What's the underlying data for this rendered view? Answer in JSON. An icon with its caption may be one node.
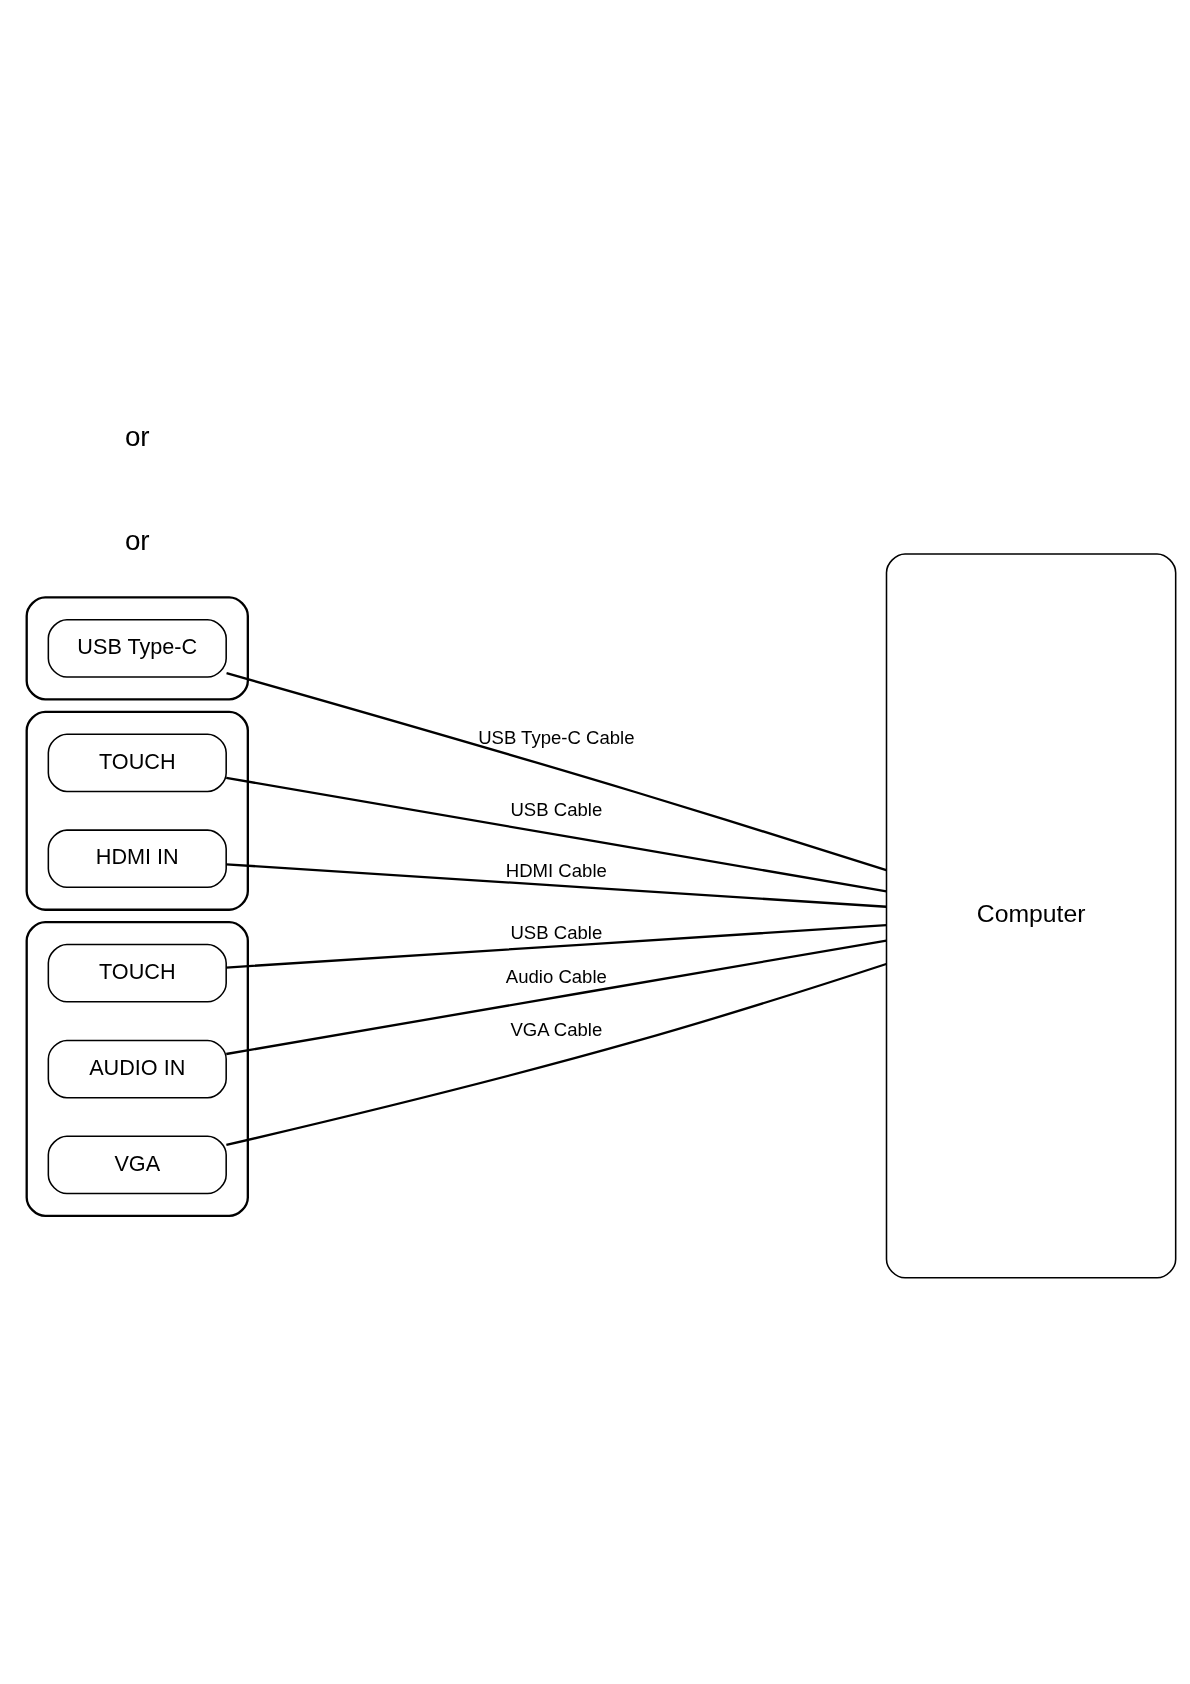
{
  "diagram": {
    "nodes": [
      {
        "text": [],
        "shape": "box"
      },
      {
        "text": [
          "USB Type-C"
        ],
        "in": 0
      },
      {
        "text": [],
        "shape": "box"
      },
      {
        "text": [
          "TOUCH"
        ],
        "in": 2
      },
      {
        "text": [
          "HDMI IN"
        ],
        "in": 2
      },
      {
        "text": [],
        "shape": "box"
      },
      {
        "text": [
          "TOUCH"
        ],
        "in": 5
      },
      {
        "text": [
          "AUDIO IN"
        ],
        "in": 5
      },
      {
        "text": [
          "VGA"
        ],
        "in": 5
      },
      {
        "text": [
          "Computer"
        ]
      }
    ],
    "edges": [
      {
        "from": 1,
        "to": 9,
        "arrow": "none",
        "label": "USB Type-C Cable"
      },
      {
        "from": 3,
        "to": 9,
        "arrow": "none",
        "label": "USB Cable"
      },
      {
        "from": 4,
        "to": 9,
        "arrow": "none",
        "label": "HDMI Cable"
      },
      {
        "from": 6,
        "to": 9,
        "arrow": "none",
        "label": "USB Cable"
      },
      {
        "from": 7,
        "to": 9,
        "arrow": "none",
        "label": "Audio Cable"
      },
      {
        "from": 8,
        "to": 9,
        "arrow": "none",
        "label": "VGA Cable"
      }
    ],
    "labels": [
      "or",
      "or"
    ]
  }
}
